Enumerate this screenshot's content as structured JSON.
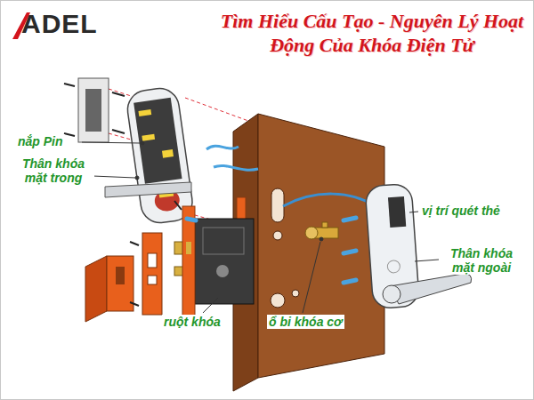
{
  "diagram": {
    "title": "Tìm Hiểu Cấu Tạo - Nguyên Lý Hoạt Động Của Khóa Điện Tử",
    "labels": [
      "ADEL",
      "nắp Pin",
      "Thân khóa mặt trong",
      "vị trí quét thẻ",
      "Thân khóa mặt ngoài",
      "ruột khóa",
      "ổ bi khóa cơ"
    ]
  }
}
